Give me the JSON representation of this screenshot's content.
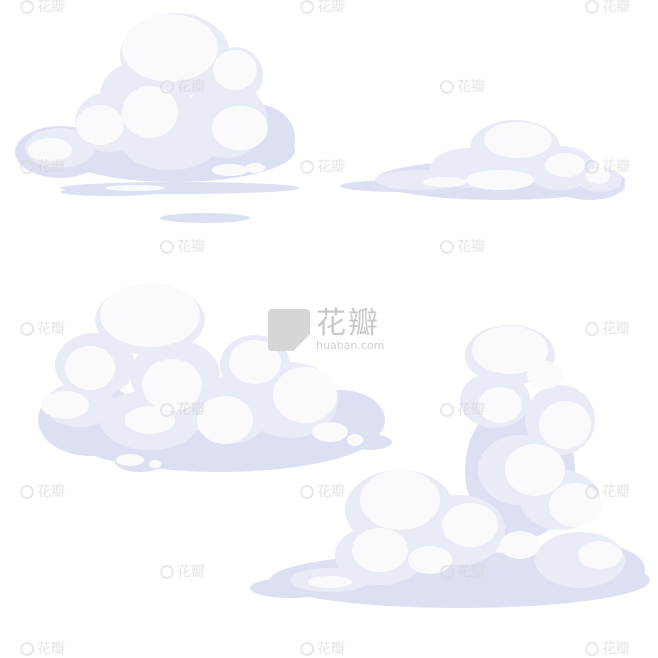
{
  "watermark": {
    "brand_text": "花瓣",
    "domain_text": "huaban.com"
  },
  "palette": {
    "background": "#ffffff",
    "cloud_highlight": "#f9f9fd",
    "cloud_body": "#e6e8f6",
    "cloud_shadow": "#d3d7ee"
  },
  "clouds": [
    {
      "name": "cloud-top-left"
    },
    {
      "name": "cloud-top-right"
    },
    {
      "name": "cloud-middle-left"
    },
    {
      "name": "cloud-bottom-right"
    }
  ]
}
